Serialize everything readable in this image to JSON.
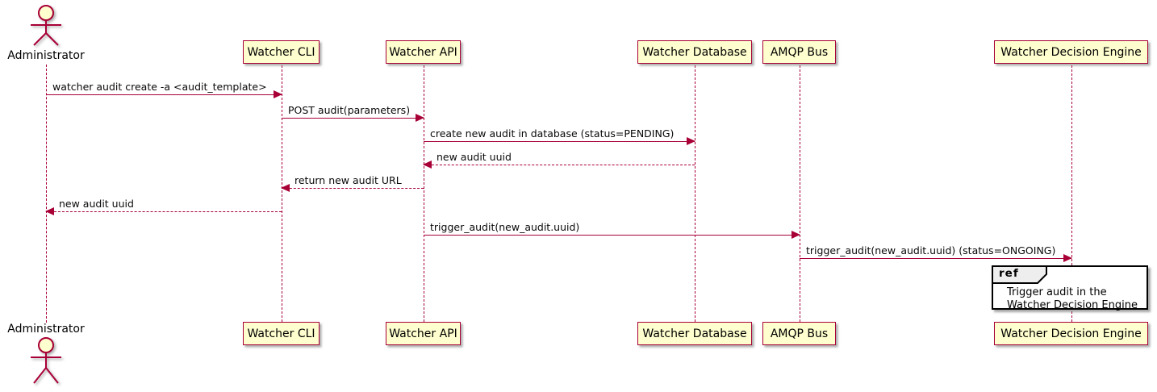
{
  "diagram": {
    "type": "uml-sequence",
    "actor": {
      "label": "Administrator"
    },
    "participants": [
      {
        "label": "Watcher CLI"
      },
      {
        "label": "Watcher API"
      },
      {
        "label": "Watcher Database"
      },
      {
        "label": "AMQP Bus"
      },
      {
        "label": "Watcher Decision Engine"
      }
    ],
    "messages": [
      {
        "from": "Administrator",
        "to": "Watcher CLI",
        "text": "watcher audit create -a <audit_template>",
        "line": "solid",
        "direction": "right"
      },
      {
        "from": "Watcher CLI",
        "to": "Watcher API",
        "text": "POST audit(parameters)",
        "line": "solid",
        "direction": "right"
      },
      {
        "from": "Watcher API",
        "to": "Watcher Database",
        "text": "create new audit in database (status=PENDING)",
        "line": "solid",
        "direction": "right"
      },
      {
        "from": "Watcher Database",
        "to": "Watcher API",
        "text": "new audit uuid",
        "line": "dashed",
        "direction": "left"
      },
      {
        "from": "Watcher API",
        "to": "Watcher CLI",
        "text": "return new audit URL",
        "line": "dashed",
        "direction": "left"
      },
      {
        "from": "Watcher CLI",
        "to": "Administrator",
        "text": "new audit uuid",
        "line": "dashed",
        "direction": "left"
      },
      {
        "from": "Watcher API",
        "to": "AMQP Bus",
        "text": "trigger_audit(new_audit.uuid)",
        "line": "solid",
        "direction": "right"
      },
      {
        "from": "AMQP Bus",
        "to": "Watcher Decision Engine",
        "text": "trigger_audit(new_audit.uuid) (status=ONGOING)",
        "line": "solid",
        "direction": "right"
      }
    ],
    "ref": {
      "keyword": "ref",
      "line1": "Trigger audit in the",
      "line2": "Watcher Decision Engine"
    },
    "colors": {
      "background": "#FFFFFF",
      "participant_fill": "#FEFECE",
      "stroke": "#A80036",
      "text": "#000000",
      "ref_border": "#000000",
      "ref_tab_fill": "#EEEEEE"
    }
  }
}
